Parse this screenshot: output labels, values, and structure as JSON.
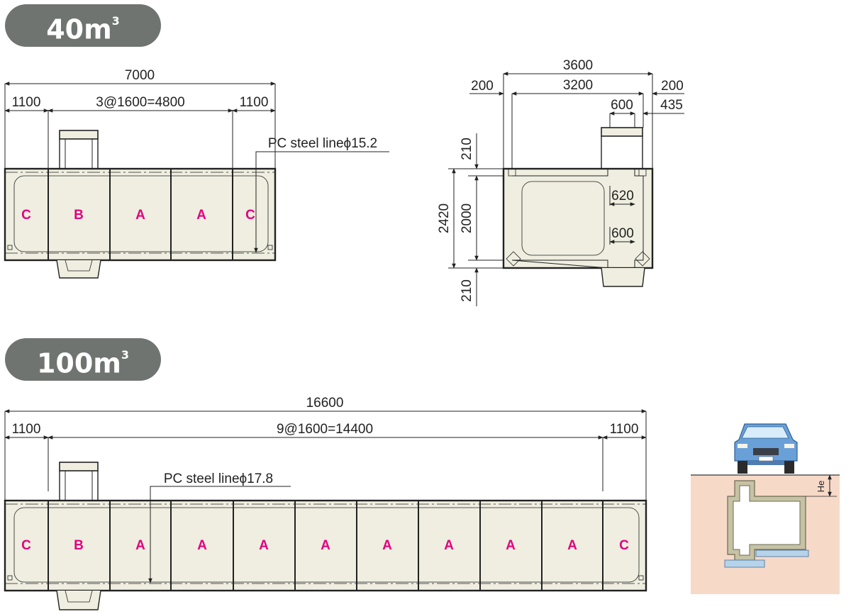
{
  "section_40": {
    "title": "40m",
    "title_sup": "3",
    "overall_length": "7000",
    "end_left": "1100",
    "middle": "3@1600=4800",
    "end_right": "1100",
    "steel_line": "PC steel lineϕ15.2",
    "segments": [
      "C",
      "B",
      "A",
      "A",
      "C"
    ],
    "cross_width_outer": "3600",
    "cross_width_inner": "3200",
    "cross_left_offset": "200",
    "cross_right_offset": "200",
    "cross_opening": "600",
    "cross_right_edge": "435",
    "cross_top": "210",
    "cross_height_outer": "2420",
    "cross_height_inner": "2000",
    "cross_bottom": "210",
    "cross_inner_top": "620",
    "cross_inner_bottom": "600"
  },
  "section_100": {
    "title": "100m",
    "title_sup": "3",
    "overall_length": "16600",
    "end_left": "1100",
    "middle": "9@1600=14400",
    "end_right": "1100",
    "steel_line": "PC steel lineϕ17.8",
    "segments": [
      "C",
      "B",
      "A",
      "A",
      "A",
      "A",
      "A",
      "A",
      "A",
      "A",
      "C"
    ]
  },
  "inset": {
    "depth_label": "He"
  },
  "colors": {
    "concrete": "#efeee0",
    "segment_letter": "#e2007f",
    "ground": "#f7d9c8",
    "pill": "#6f7470",
    "car": "#6aa0d8"
  }
}
